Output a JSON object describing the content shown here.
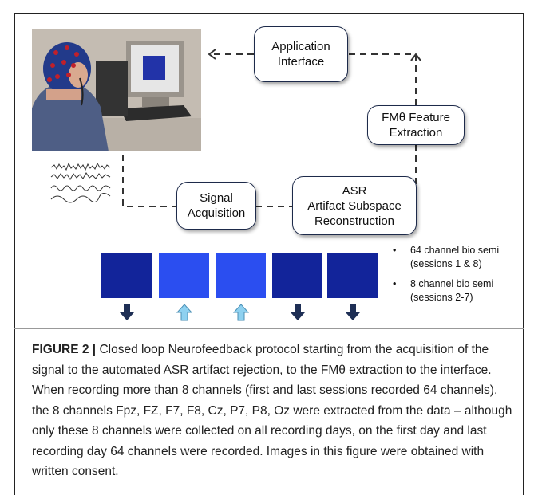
{
  "boxes": {
    "application_interface": [
      "Application",
      "Interface"
    ],
    "fm_feature_extraction": [
      "FMθ Feature",
      "Extraction"
    ],
    "asr": [
      "ASR",
      "Artifact Subspace",
      "Reconstruction"
    ],
    "signal_acquisition": [
      "Signal",
      "Acquisition"
    ]
  },
  "tiles": [
    {
      "color": "#12249a",
      "arrow": "down"
    },
    {
      "color": "#2b4ef0",
      "arrow": "up"
    },
    {
      "color": "#2b4ef0",
      "arrow": "up"
    },
    {
      "color": "#12249a",
      "arrow": "down"
    },
    {
      "color": "#12249a",
      "arrow": "down"
    }
  ],
  "colors": {
    "dark_tile": "#12249a",
    "light_tile": "#2b4ef0",
    "arrow_down": "#1e2f55",
    "arrow_up": "#8ed1f0",
    "dashed_line": "#333333"
  },
  "bullets": [
    {
      "symbol": "•",
      "lines": [
        "64 channel bio semi",
        "(sessions 1 & 8)"
      ]
    },
    {
      "symbol": "•",
      "lines": [
        "8 channel bio semi",
        "(sessions 2-7)"
      ]
    }
  ],
  "caption": {
    "label": "FIGURE 2 |",
    "text": " Closed loop Neurofeedback protocol starting from the acquisition of the signal to the automated ASR artifact rejection, to the FMθ extraction to the interface. When recording more than 8 channels (first and last sessions recorded 64 channels), the 8 channels Fpz, FZ, F7, F8, Cz, P7, P8, Oz were extracted from the data – although only these 8 channels were collected on all recording days, on the first day and last recording day 64 channels were recorded. Images in this figure were obtained with written consent."
  }
}
